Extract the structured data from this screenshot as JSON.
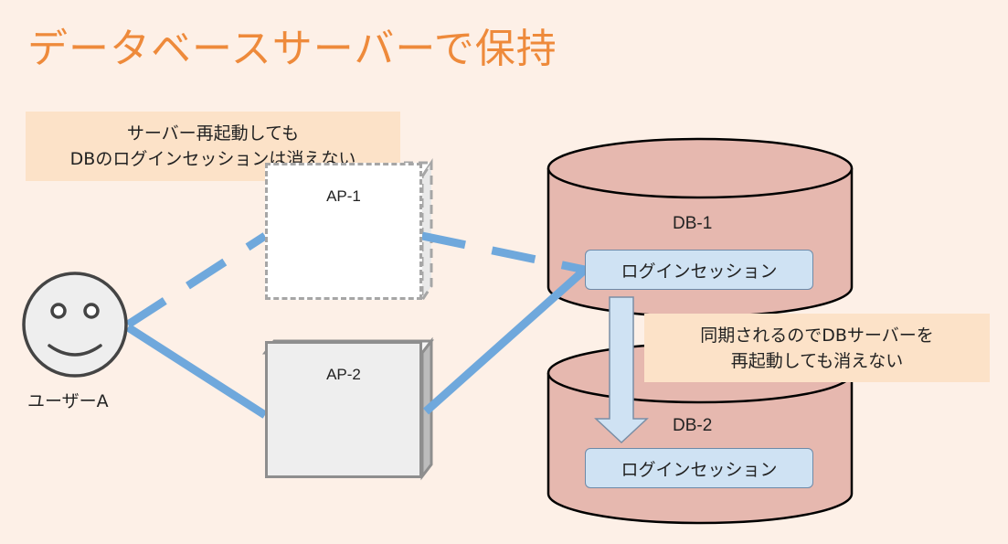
{
  "title": "データベースサーバーで保持",
  "callouts": {
    "top": {
      "line1": "サーバー再起動しても",
      "line2": "DBのログインセッションは消えない"
    },
    "sync": {
      "line1": "同期されるのでDBサーバーを",
      "line2": "再起動しても消えない"
    }
  },
  "servers": {
    "ap1": "AP-1",
    "ap2": "AP-2"
  },
  "databases": {
    "db1": {
      "label": "DB-1",
      "session": "ログインセッション"
    },
    "db2": {
      "label": "DB-2",
      "session": "ログインセッション"
    }
  },
  "user": {
    "label": "ユーザーA"
  },
  "colors": {
    "title": "#ee8a3b",
    "background": "#fdf0e7",
    "callout": "#fce2c8",
    "database": "#e6b8af",
    "connection": "#6fa8dc",
    "session": "#cfe2f3"
  }
}
